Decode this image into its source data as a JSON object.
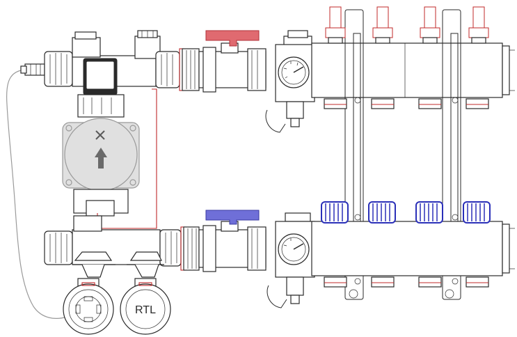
{
  "diagram": {
    "valve_label": "RTL"
  },
  "colors": {
    "supply_handle": "#e06a70",
    "return_handle": "#6f6fd8",
    "return_cap": "#2a2fb8",
    "pump_body": "#e3e3e3",
    "pipe_red": "#c0282a",
    "outline": "#2a2a2a",
    "arrow": "#6a6a6a"
  },
  "icons": {
    "pump_flow": "arrow-up-icon",
    "pump_rotor": "x-icon",
    "supply_valve": "red-ball-valve-handle",
    "return_valve": "blue-ball-valve-handle",
    "gauge": "pressure-gauge-icon"
  }
}
